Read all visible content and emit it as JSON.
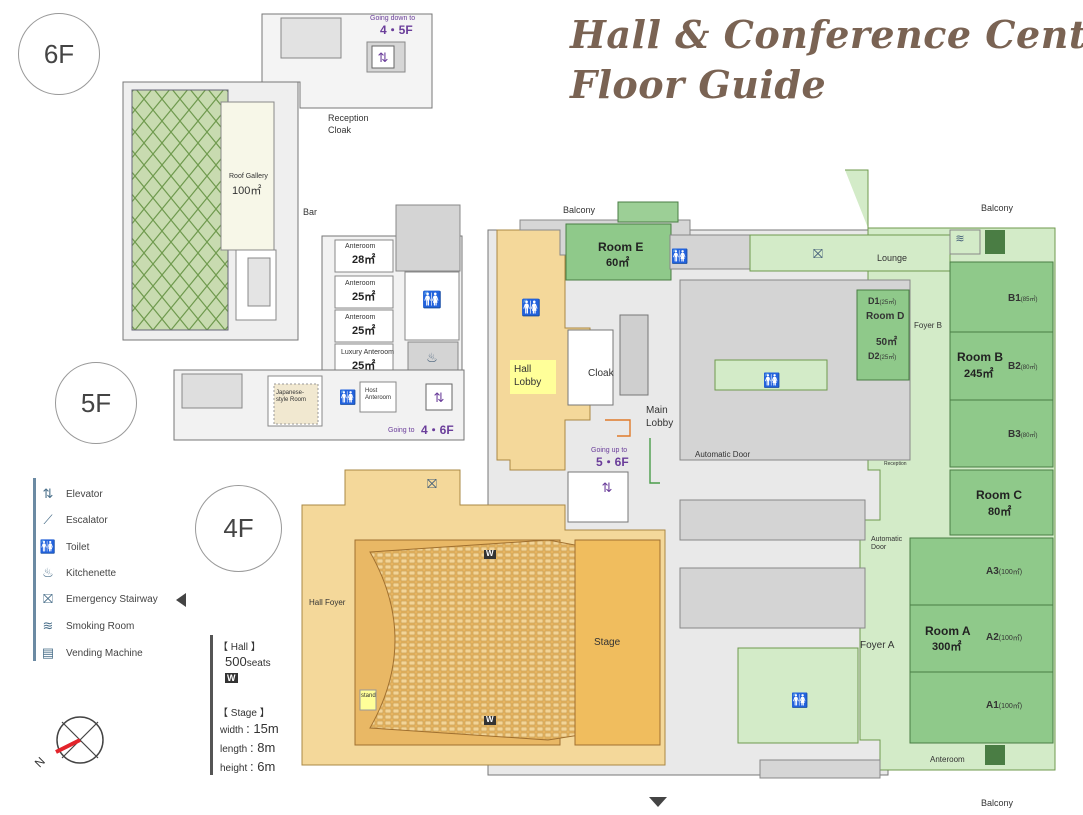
{
  "title": {
    "line1": "Hall & Conference Center",
    "line2": "Floor Guide"
  },
  "floors": {
    "f6": "6F",
    "f5": "5F",
    "f4": "4F"
  },
  "floor6": {
    "going_down": "Going down to",
    "going_down_target": "4・5F",
    "reception": "Reception",
    "cloak": "Cloak",
    "roof_gallery": "Roof Gallery",
    "roof_gallery_area": "100㎡",
    "bar": "Bar"
  },
  "floor5": {
    "anteroom1": "Anteroom",
    "anteroom1_area": "28㎡",
    "anteroom2": "Anteroom",
    "anteroom2_area": "25㎡",
    "anteroom3": "Anteroom",
    "anteroom3_area": "25㎡",
    "luxury": "Luxury Anteroom",
    "luxury_area": "25㎡",
    "japanese": "Japanese-style Room",
    "host": "Host Anteroom",
    "going_to": "Going to",
    "going_to_target": "4・6F"
  },
  "floor4": {
    "balcony_top": "Balcony",
    "balcony_right": "Balcony",
    "balcony_bottom": "Balcony",
    "room_e": "Room E",
    "room_e_area": "60㎡",
    "lounge": "Lounge",
    "hall_lobby": "Hall Lobby",
    "cloak": "Cloak",
    "main_lobby": "Main Lobby",
    "going_up": "Going up to",
    "going_up_target": "5・6F",
    "automatic_door": "Automatic Door",
    "automatic_door2": "Automatic Door",
    "reception": "Reception",
    "foyer_b": "Foyer B",
    "foyer_a": "Foyer A",
    "hall_foyer": "Hall Foyer",
    "stage": "Stage",
    "stand": "stand",
    "anteroom": "Anteroom",
    "d1": "D1",
    "d1_area": "(25㎡)",
    "room_d": "Room D",
    "room_d_area": "50㎡",
    "d2": "D2",
    "d2_area": "(25㎡)",
    "b1": "B1",
    "b1_area": "(85㎡)",
    "room_b": "Room B",
    "room_b_area": "245㎡",
    "b2": "B2",
    "b2_area": "(80㎡)",
    "b3": "B3",
    "b3_area": "(80㎡)",
    "room_c": "Room C",
    "room_c_area": "80㎡",
    "a3": "A3",
    "a3_area": "(100㎡)",
    "room_a": "Room A",
    "room_a_area": "300㎡",
    "a2": "A2",
    "a2_area": "(100㎡)",
    "a1": "A1",
    "a1_area": "(100㎡)",
    "w_mark": "W"
  },
  "legend": [
    {
      "icon": "elevator-icon",
      "label": "Elevator"
    },
    {
      "icon": "escalator-icon",
      "label": "Escalator"
    },
    {
      "icon": "toilet-icon",
      "label": "Toilet"
    },
    {
      "icon": "kitchenette-icon",
      "label": "Kitchenette"
    },
    {
      "icon": "emergency-stairway-icon",
      "label": "Emergency Stairway"
    },
    {
      "icon": "smoking-room-icon",
      "label": "Smoking Room"
    },
    {
      "icon": "vending-machine-icon",
      "label": "Vending Machine"
    }
  ],
  "hall_specs": {
    "hall_heading": "【 Hall 】",
    "seats": "500",
    "seats_unit": "seats",
    "w_badge": "W",
    "stage_heading": "【 Stage 】",
    "width_label": "width",
    "width_value": ": 15m",
    "length_label": "length",
    "length_value": ": 8m",
    "height_label": "height",
    "height_value": ": 6m"
  },
  "compass": {
    "north": "N"
  },
  "colors": {
    "title": "#7a6353",
    "hall_yellow": "#f4d89a",
    "hall_yellow_dark": "#e9b865",
    "room_green": "#8fc98a",
    "foyer_green": "#d3ebc8",
    "gray_core": "#d4d4d4",
    "purple_text": "#6a3d9a",
    "compass_red": "#e3242b"
  }
}
